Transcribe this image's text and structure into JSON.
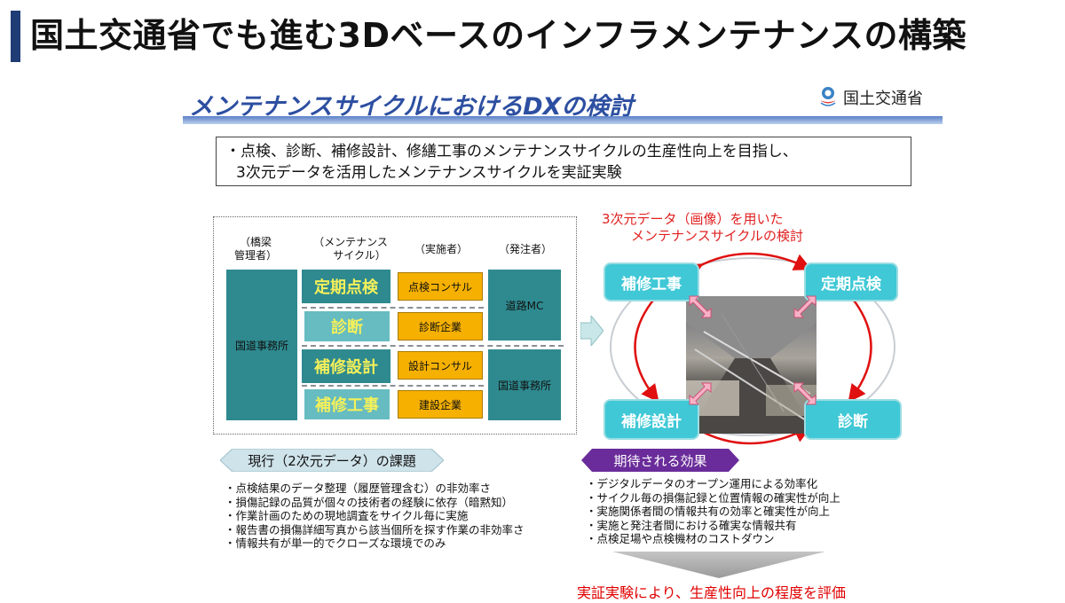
{
  "header": {
    "title": "国土交通省でも進む3Dベースのインフラメンテナンスの構築"
  },
  "slide": {
    "title": "メンテナンスサイクルにおけるDXの検討",
    "ministry": "国土交通省",
    "summary_line1": "・点検、診断、補修設計、修繕工事のメンテナンスサイクルの生産性向上を目指し、",
    "summary_line2": "3次元データを活用したメンテナンスサイクルを実証実験"
  },
  "current": {
    "headers": {
      "bridge_a": "（橋梁",
      "bridge_b": "管理者）",
      "cycle_a": "（メンテナンス",
      "cycle_b": "サイクル）",
      "implementer": "（実施者）",
      "client": "（発注者）"
    },
    "manager": "国道事務所",
    "cycle": [
      "定期点検",
      "診断",
      "補修設計",
      "補修工事"
    ],
    "implementers": [
      "点検コンサル",
      "診断企業",
      "設計コンサル",
      "建設企業"
    ],
    "clients": [
      "道路MC",
      "国道事務所"
    ],
    "issues_title": "現行（2次元データ）の課題",
    "issues": [
      "・点検結果のデータ整理（履歴管理含む）の非効率さ",
      "・損傷記録の品質が個々の技術者の経験に依存（暗黙知）",
      "・作業計画のための現地調査をサイクル毎に実施",
      "・報告書の損傷詳細写真から該当個所を探す作業の非効率さ",
      "・情報共有が単一的でクローズな環境でのみ"
    ]
  },
  "proposed": {
    "title_line1": "3次元データ（画像）を用いた",
    "title_line2": "メンテナンスサイクルの検討",
    "nodes": [
      "補修工事",
      "定期点検",
      "補修設計",
      "診断"
    ],
    "effects_title": "期待される効果",
    "effects": [
      "・デジタルデータのオープン運用による効率化",
      "・サイクル毎の損傷記録と位置情報の確実性が向上",
      "・実施関係者間の情報共有の効率と確実性が向上",
      "・実施と発注者間における確実な情報共有",
      "・点検足場や点検機材のコストダウン"
    ],
    "conclusion": "実証実験により、生産性向上の程度を評価"
  },
  "colors": {
    "header_bar": "#1f3c74",
    "slide_title": "#2d4fa1",
    "teal": "#2e8a8f",
    "light_teal": "#66bcc0",
    "orange": "#f5b000",
    "cycle_node": "#40c8d6",
    "accent_red": "#e02020",
    "effects_banner": "#6a2c9a"
  },
  "icons": {
    "ministry_logo": "mlit-logo-icon",
    "arrow": "right-arrow-icon"
  }
}
